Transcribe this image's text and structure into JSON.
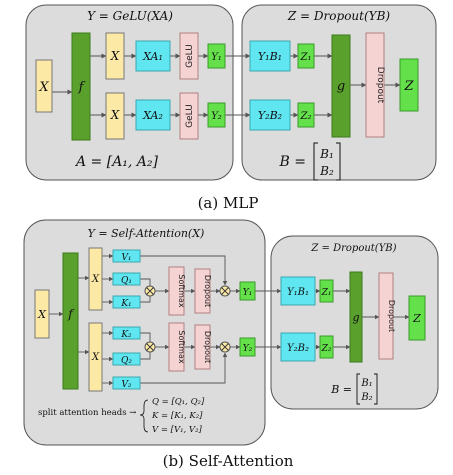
{
  "colors": {
    "input": "#fde9a6",
    "proj": "#5fe6f0",
    "act": "#f6d3d3",
    "small": "#63e04a",
    "fg": "#5aa02c",
    "panel": "#dcdcdc",
    "panel_border": "#555555"
  },
  "mlp": {
    "left_title": "Y = GeLU(XA)",
    "right_title": "Z = Dropout(YB)",
    "x": "X",
    "f": "f",
    "x_top": "X",
    "x_bot": "X",
    "xa1": "XA₁",
    "xa2": "XA₂",
    "gelu": "GeLU",
    "y1": "Y₁",
    "y2": "Y₂",
    "y1b1": "Y₁B₁",
    "y2b2": "Y₂B₂",
    "z1": "Z₁",
    "z2": "Z₂",
    "g": "g",
    "dropout": "Dropout",
    "z": "Z",
    "eq_a": "A = [A₁, A₂]",
    "eq_b_lhs": "B =",
    "eq_b_top": "B₁",
    "eq_b_bot": "B₂",
    "caption": "(a) MLP"
  },
  "attn": {
    "left_title": "Y = Self-Attention(X)",
    "right_title": "Z = Dropout(YB)",
    "x": "X",
    "f": "f",
    "x_top": "X",
    "x_bot": "X",
    "v1": "V₁",
    "q1": "Q₁",
    "k1": "K₁",
    "k2": "K₂",
    "q2": "Q₂",
    "v2": "V₂",
    "softmax": "Softmax",
    "dropout": "Dropout",
    "y1": "Y₁",
    "y2": "Y₂",
    "y1b1": "Y₁B₁",
    "y2b2": "Y₂B₂",
    "z1": "Z₁",
    "z2": "Z₂",
    "g": "g",
    "z": "Z",
    "split_label": "split attention heads →",
    "eq_q": "Q = [Q₁, Q₂]",
    "eq_k": "K = [K₁, K₂]",
    "eq_v": "V = [V₁, V₂]",
    "eq_b_lhs": "B =",
    "eq_b_top": "B₁",
    "eq_b_bot": "B₂",
    "caption": "(b) Self-Attention"
  }
}
